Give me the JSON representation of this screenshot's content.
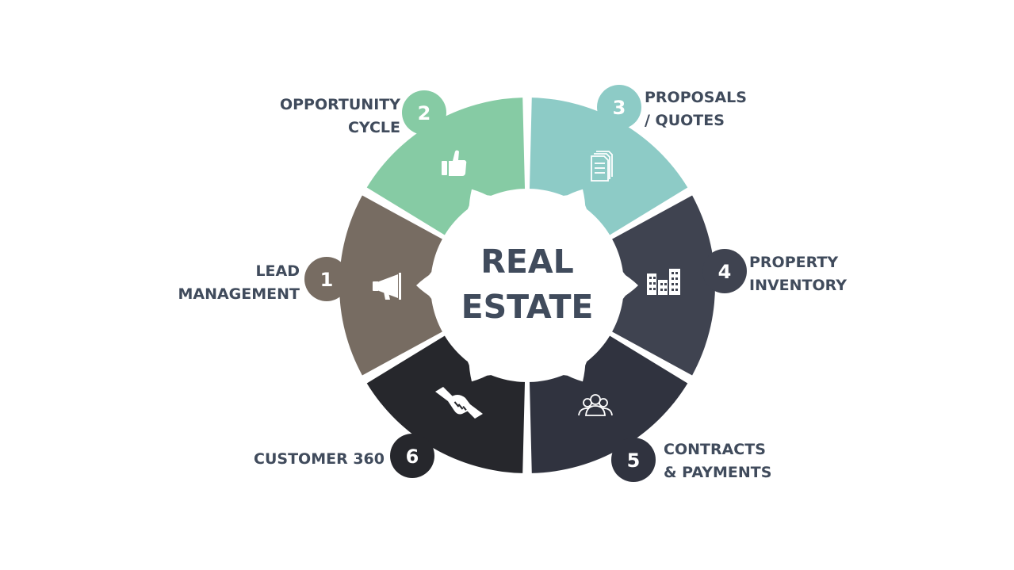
{
  "center": {
    "line1": "REAL",
    "line2": "ESTATE"
  },
  "steps": [
    {
      "number": "1",
      "label_lines": [
        "LEAD",
        "MANAGEMENT"
      ],
      "icon": "megaphone-icon",
      "color": "#776c62"
    },
    {
      "number": "2",
      "label_lines": [
        "OPPORTUNITY",
        "CYCLE"
      ],
      "icon": "thumbs-up-icon",
      "color": "#86cba4"
    },
    {
      "number": "3",
      "label_lines": [
        "PROPOSALS",
        "/ QUOTES"
      ],
      "icon": "documents-icon",
      "color": "#8dcbc6"
    },
    {
      "number": "4",
      "label_lines": [
        "PROPERTY",
        "INVENTORY"
      ],
      "icon": "buildings-icon",
      "color": "#3f4350"
    },
    {
      "number": "5",
      "label_lines": [
        "CONTRACTS",
        "& PAYMENTS"
      ],
      "icon": "people-icon",
      "color": "#30333f"
    },
    {
      "number": "6",
      "label_lines": [
        "CUSTOMER 360"
      ],
      "icon": "handshake-icon",
      "color": "#26272c"
    }
  ],
  "colors": {
    "text": "#404b5c",
    "background": "#ffffff"
  }
}
